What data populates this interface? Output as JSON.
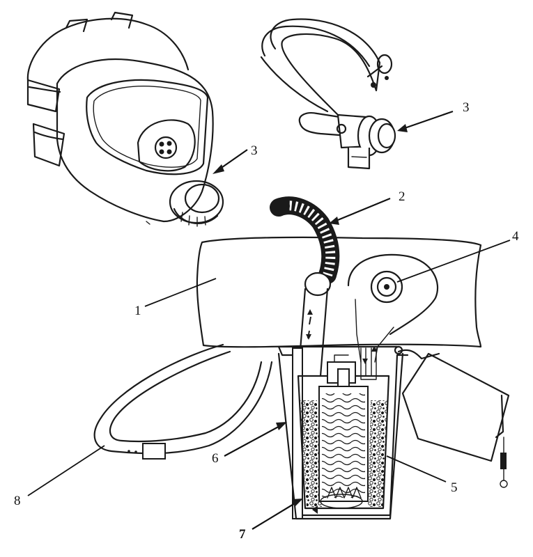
{
  "callouts": [
    {
      "id": "facepiece-3",
      "text": "3"
    },
    {
      "id": "mouthpiece-3",
      "text": "3"
    },
    {
      "id": "hose-2",
      "text": "2"
    },
    {
      "id": "bag-1",
      "text": "1"
    },
    {
      "id": "valve-4",
      "text": "4"
    },
    {
      "id": "canister-6",
      "text": "6"
    },
    {
      "id": "canister-5",
      "text": "5"
    },
    {
      "id": "strap-8",
      "text": "8"
    },
    {
      "id": "bottom-7",
      "text": "7"
    }
  ]
}
